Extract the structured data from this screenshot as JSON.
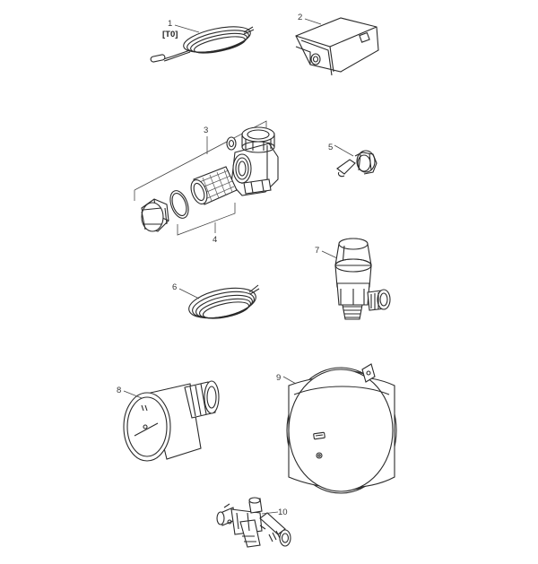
{
  "callouts": {
    "p1": "1",
    "p1_tag": "[T0]",
    "p2": "2",
    "p3": "3",
    "p4": "4",
    "p5": "5",
    "p6": "6",
    "p7": "7",
    "p8": "8",
    "p9": "9",
    "p10": "10"
  },
  "icons": [
    "coiled-sensor-cable",
    "sensor-cover",
    "filter-valve-assembly",
    "filter-element",
    "plug-fitting",
    "coiled-cable",
    "safety-valve",
    "pressure-gauge",
    "expansion-vessel",
    "fill-valve"
  ]
}
